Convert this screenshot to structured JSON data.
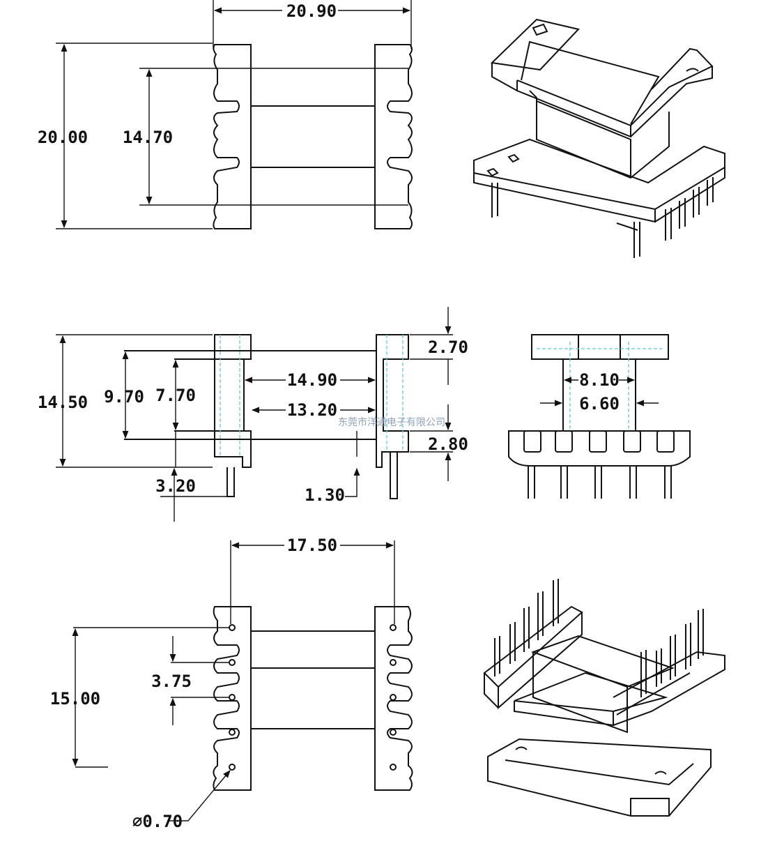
{
  "dimensions": {
    "top_width": "20.90",
    "top_height": "20.00",
    "top_inner_height": "14.70",
    "side_height": "14.50",
    "side_inner_height": "9.70",
    "side_window_height": "7.70",
    "side_inner_width": "14.90",
    "side_core_width": "13.20",
    "flange_top_thickness": "2.70",
    "flange_bottom_thickness": "2.80",
    "pin_offset": "3.20",
    "pin_step": "1.30",
    "end_width_outer": "8.10",
    "end_width_inner": "6.60",
    "bottom_width": "17.50",
    "pin_row_span": "15.00",
    "pin_pitch": "3.75",
    "pin_hole_diameter": "⌀0.70"
  },
  "watermark": "东莞市洋通电子有限公司"
}
